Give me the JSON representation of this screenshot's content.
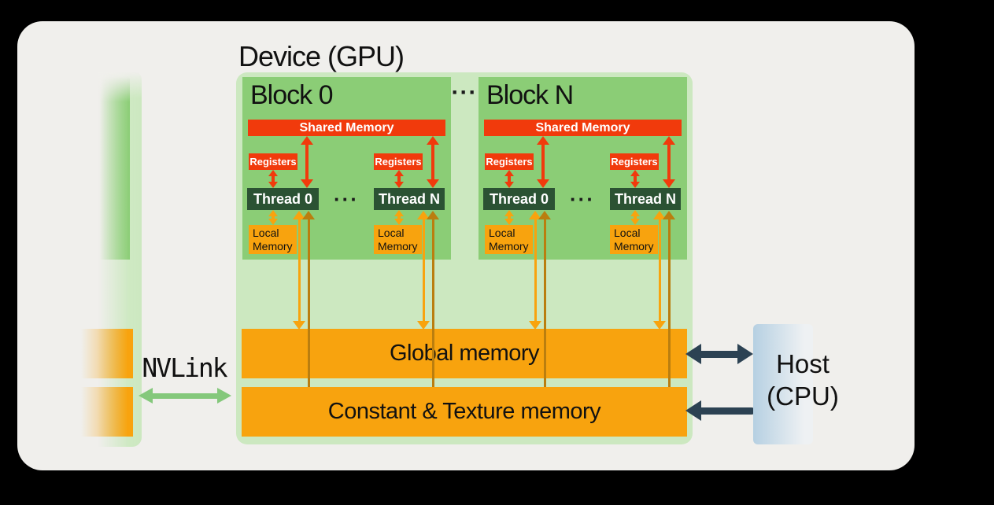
{
  "device": {
    "label": "Device (GPU)",
    "blocks": [
      {
        "title": "Block 0",
        "shared_memory": "Shared Memory",
        "registers_label": "Registers",
        "thread_first": "Thread 0",
        "thread_last": "Thread N",
        "local_memory_label": "Local Memory",
        "ellipsis": "···"
      },
      {
        "title": "Block N",
        "shared_memory": "Shared Memory",
        "registers_label": "Registers",
        "thread_first": "Thread 0",
        "thread_last": "Thread N",
        "local_memory_label": "Local Memory",
        "ellipsis": "···"
      }
    ],
    "blocks_ellipsis": "···",
    "global_memory_label": "Global memory",
    "constant_texture_label": "Constant & Texture memory"
  },
  "interconnect": {
    "nvlink_label": "NVLink"
  },
  "host": {
    "title_line1": "Host",
    "title_line2": "(CPU)"
  },
  "colors": {
    "background": "#000000",
    "panel": "#f0efec",
    "device_container_green": "#cce8c0",
    "block_green": "#8bcd76",
    "thread_green": "#2b5233",
    "shared_memory_red": "#f13a0c",
    "memory_orange": "#f8a30e",
    "readonly_arrow_brown": "#ba7e0f",
    "nvlink_arrow_green": "#84c87b",
    "host_arrow_navy": "#2c4253",
    "host_blue": "#b6d0e2"
  }
}
